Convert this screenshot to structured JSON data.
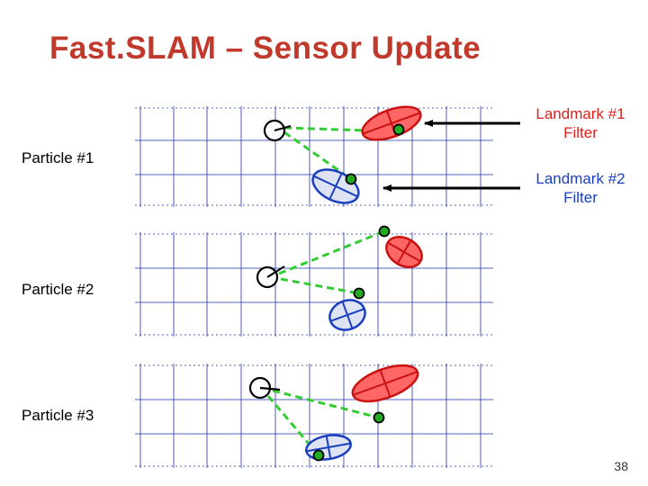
{
  "title": "Fast.SLAM – Sensor Update",
  "landmark_labels": [
    {
      "line1": "Landmark #1",
      "line2": "Filter"
    },
    {
      "line1": "Landmark #2",
      "line2": "Filter"
    }
  ],
  "particles": [
    {
      "label": "Particle #1"
    },
    {
      "label": "Particle #2"
    },
    {
      "label": "Particle #3"
    }
  ],
  "slide_number": "38",
  "colors": {
    "title": "#c0392b",
    "landmark_1_label": "#e0201a",
    "landmark_2_label": "#1a3fbf",
    "grid": "#2233aa",
    "landmark_1_fill": "#ff6666",
    "landmark_1_stroke": "#cc1111",
    "landmark_2_fill": "#dde3f2",
    "landmark_2_stroke": "#1a3fbf",
    "measurement_line": "#33cc33",
    "observation_point": "#22aa22"
  }
}
